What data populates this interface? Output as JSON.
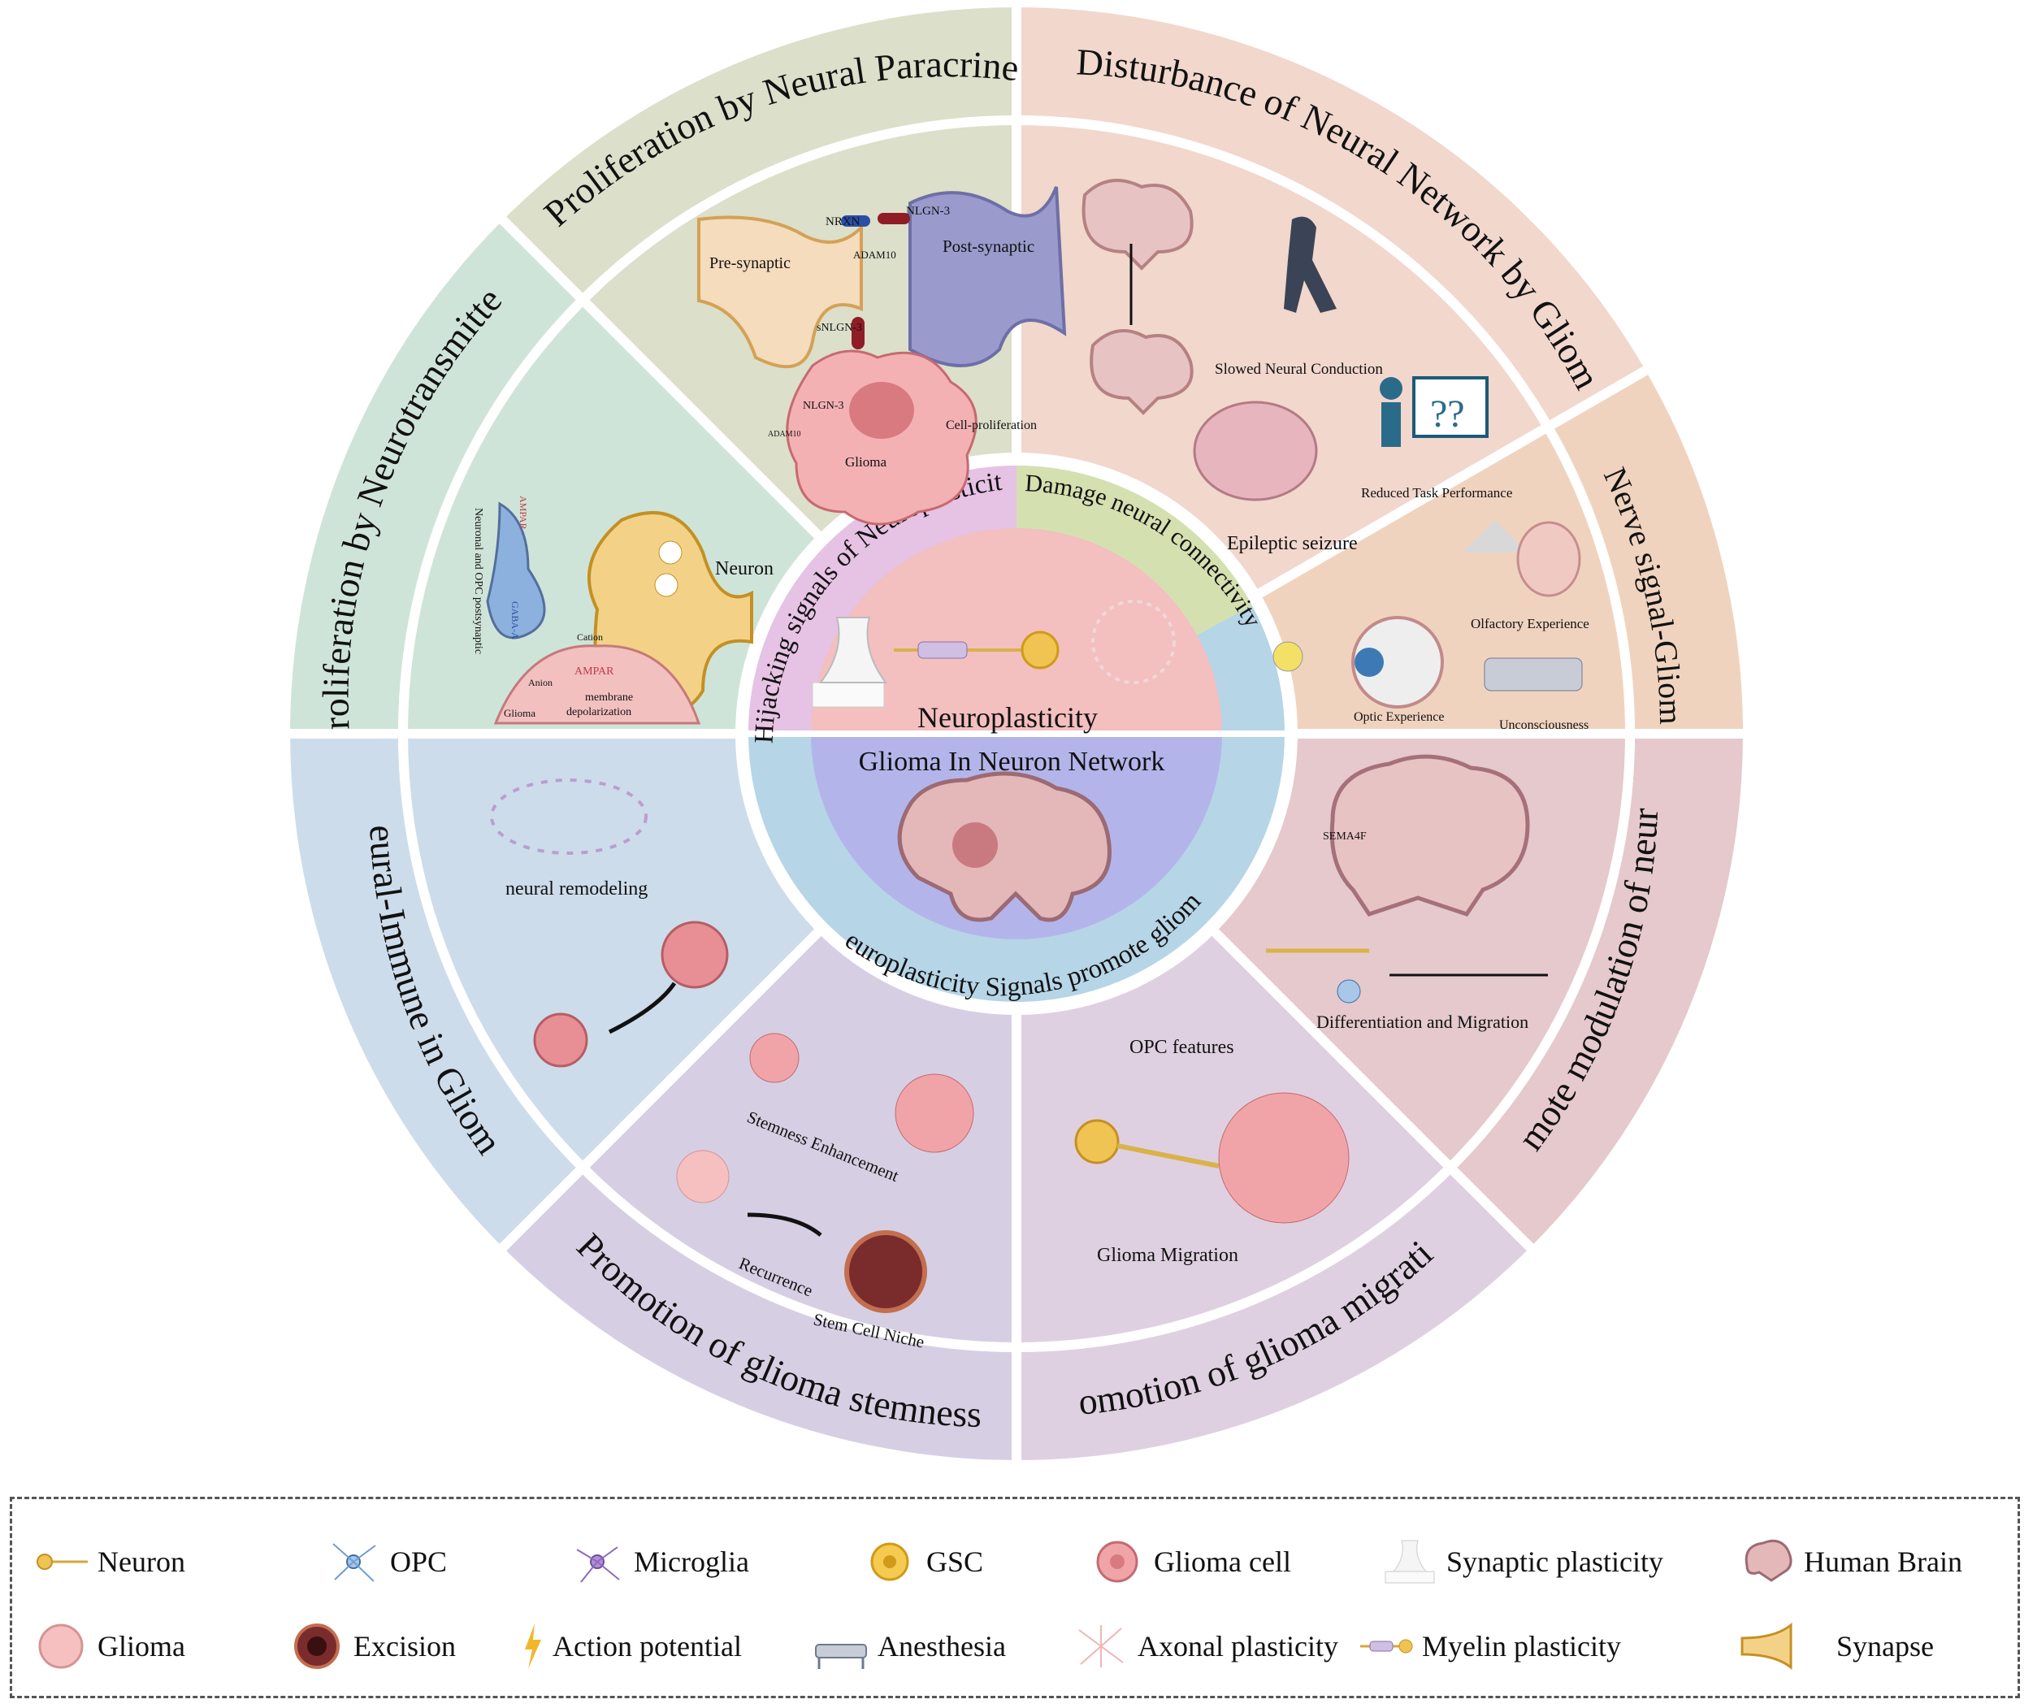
{
  "center": {
    "top_label": "Neuroplasticity",
    "bottom_label": "Glioma In Neuron Network"
  },
  "inner_ring": {
    "hijacking": "Hijacking signals of Neuroplasticity",
    "damage": "Damage neural connectivity",
    "promote": "Neuroplasticity Signals promote glioma"
  },
  "outer_ring": {
    "paracrine": "Proliferation by Neural Paracrine",
    "disturbance": "Disturbance of Neural Network by Glioma",
    "nerve_signal": "Nerve signal-Glioma",
    "remote": "Remote modulation of neuron",
    "migration": "Promotion of glioma migration",
    "stemness": "Promotion of glioma stemness",
    "immune": "Neural-Immune in Glioma",
    "neurotransmitter": "Proliferation by  Neurotransmitter"
  },
  "panels": {
    "paracrine": {
      "nrxn": "NRXN",
      "nlgn3_top": "NLGN-3",
      "pre": "Pre-synaptic",
      "post": "Post-synaptic",
      "adam10_top": "ADAM10",
      "snlgn": "sNLGN-3",
      "nlgn3_low": "NLGN-3",
      "adam10_low": "ADAM10",
      "prolif": "Cell-proliferation",
      "glioma": "Glioma"
    },
    "disturbance": {
      "slowed": "Slowed Neural Conduction",
      "epileptic": "Epileptic seizure",
      "reduced": "Reduced  Task Performance",
      "qmarks": "??"
    },
    "nerve": {
      "olfactory": "Olfactory  Experience",
      "optic": "Optic  Experience",
      "uncon": "Unconsciousness"
    },
    "neurotransmitter": {
      "neuron": "Neuron",
      "postsyn": "Neuronal and OPC postsynaptic",
      "ampar_top": "AMPAR",
      "gabaa": "GABA-A",
      "cation": "Cation",
      "anion": "Anion",
      "ampar": "AMPAR",
      "membrane": "membrane",
      "depol": "depolarization",
      "glioma": "Glioma"
    },
    "immune": {
      "remodeling": "neural remodeling"
    },
    "stemness": {
      "enhancement": "Stemness Enhancement",
      "recurrence": "Recurrence",
      "niche": "Stem Cell Niche"
    },
    "migration": {
      "opc": "OPC features",
      "mig": "Glioma Migration"
    },
    "remote": {
      "sema": "SEMA4F",
      "diff": "Differentiation and Migration"
    }
  },
  "legend": {
    "neuron": "Neuron",
    "opc": "OPC",
    "microglia": "Microglia",
    "gsc": "GSC",
    "glioma_cell": "Glioma cell",
    "synaptic": "Synaptic plasticity",
    "brain": "Human Brain",
    "glioma": "Glioma",
    "excision": "Excision",
    "action": "Action potential",
    "anesthesia": "Anesthesia",
    "axonal": "Axonal plasticity",
    "myelin": "Myelin plasticity",
    "synapse": "Synapse"
  },
  "colors": {
    "paracrine": "#dcdfc9",
    "disturbance": "#f1d7cc",
    "nerve": "#f0d3be",
    "remote": "#e5c9cc",
    "migration": "#dfd0e1",
    "stemness": "#d6cfe3",
    "immune": "#cddcea",
    "neurotransmitter": "#cfe4d8",
    "neuroplasticity": "#f3bfbf",
    "glioma_network": "#b3b5ea",
    "ring_blue": "#b6d5e7",
    "ring_pink": "#e6c2e4",
    "ring_green": "#d5e0b0"
  }
}
